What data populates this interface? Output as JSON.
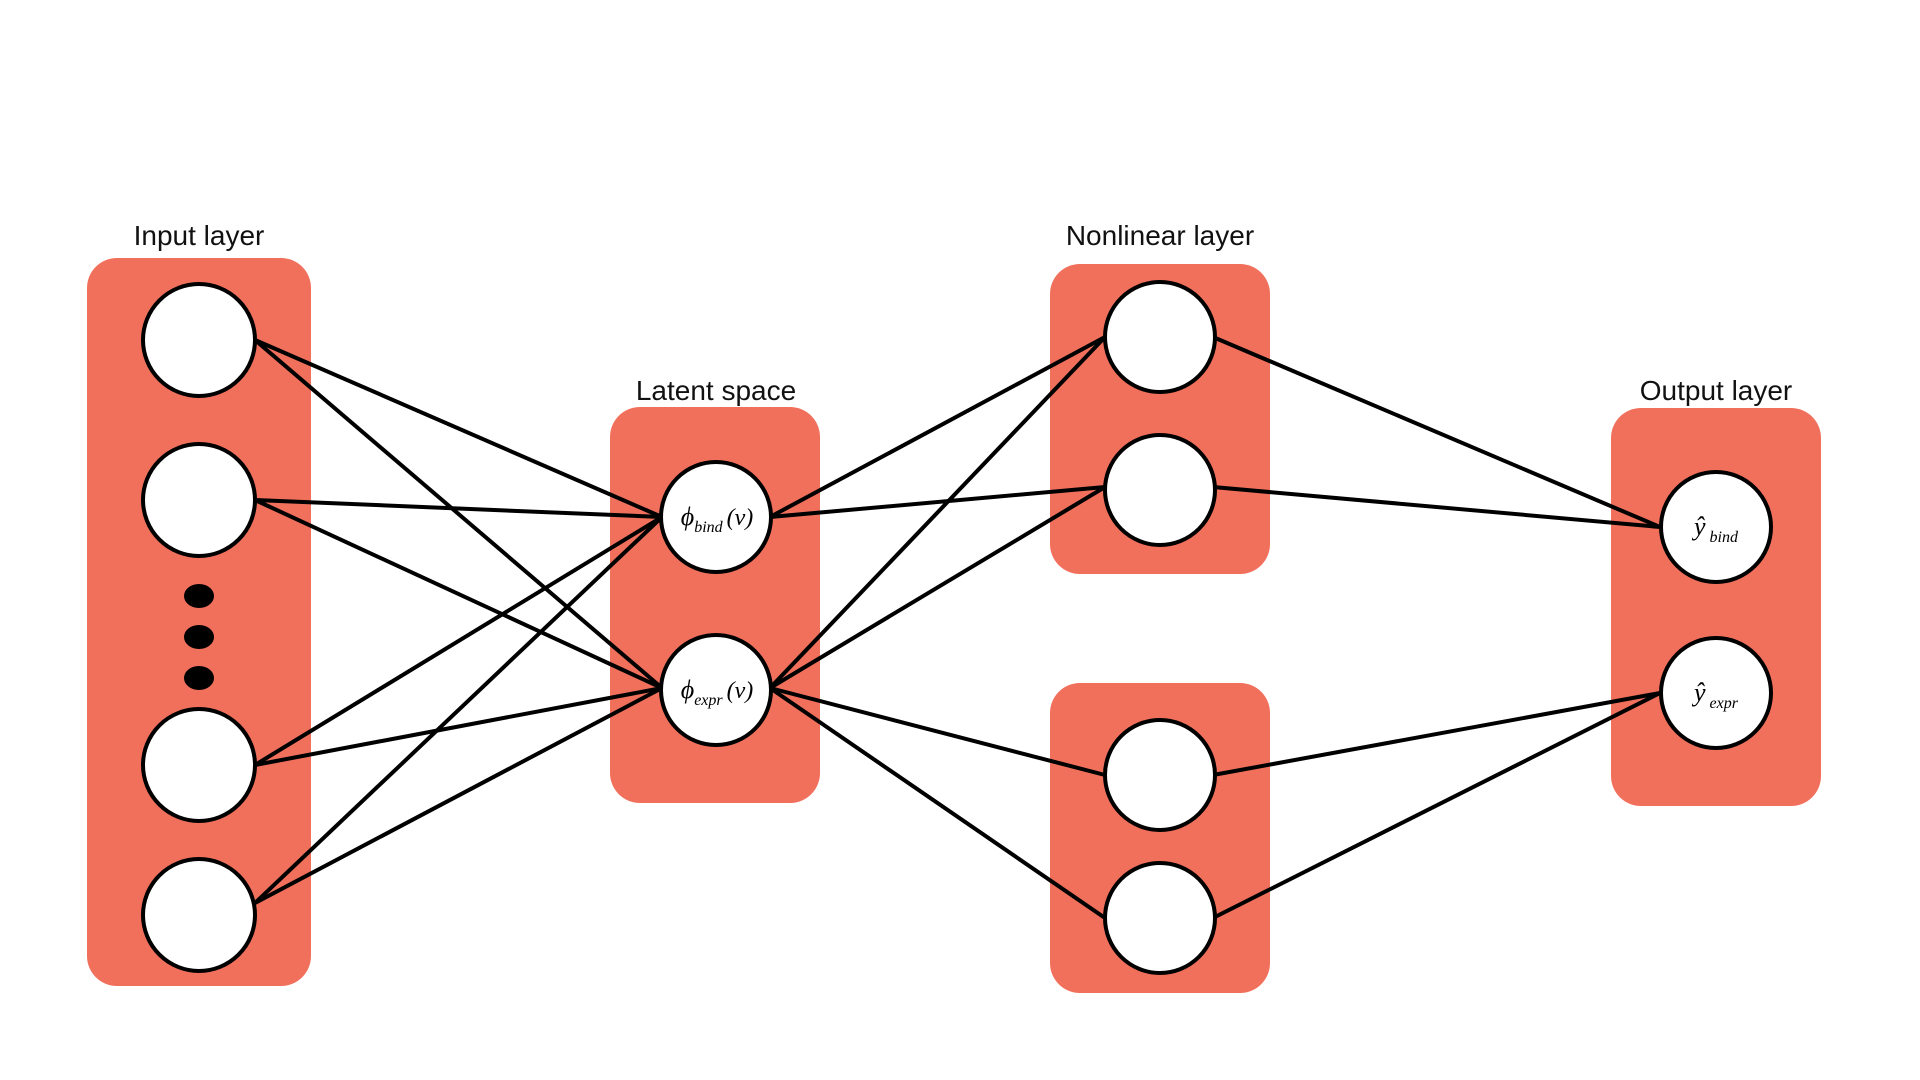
{
  "colors": {
    "layer_box": "#f0705c",
    "node_fill": "#ffffff",
    "stroke": "#000000",
    "background": "#ffffff"
  },
  "titles": {
    "input": "Input layer",
    "latent": "Latent space",
    "nonlinear": "Nonlinear layer",
    "output": "Output layer"
  },
  "latent_nodes": [
    {
      "symbol": "ϕ",
      "subscript": "bind",
      "argument": "(v)"
    },
    {
      "symbol": "ϕ",
      "subscript": "expr",
      "argument": "(v)"
    }
  ],
  "output_nodes": [
    {
      "symbol": "ŷ",
      "subscript": "bind"
    },
    {
      "symbol": "ŷ",
      "subscript": "expr"
    }
  ],
  "input_ellipsis": "vertical-dots"
}
